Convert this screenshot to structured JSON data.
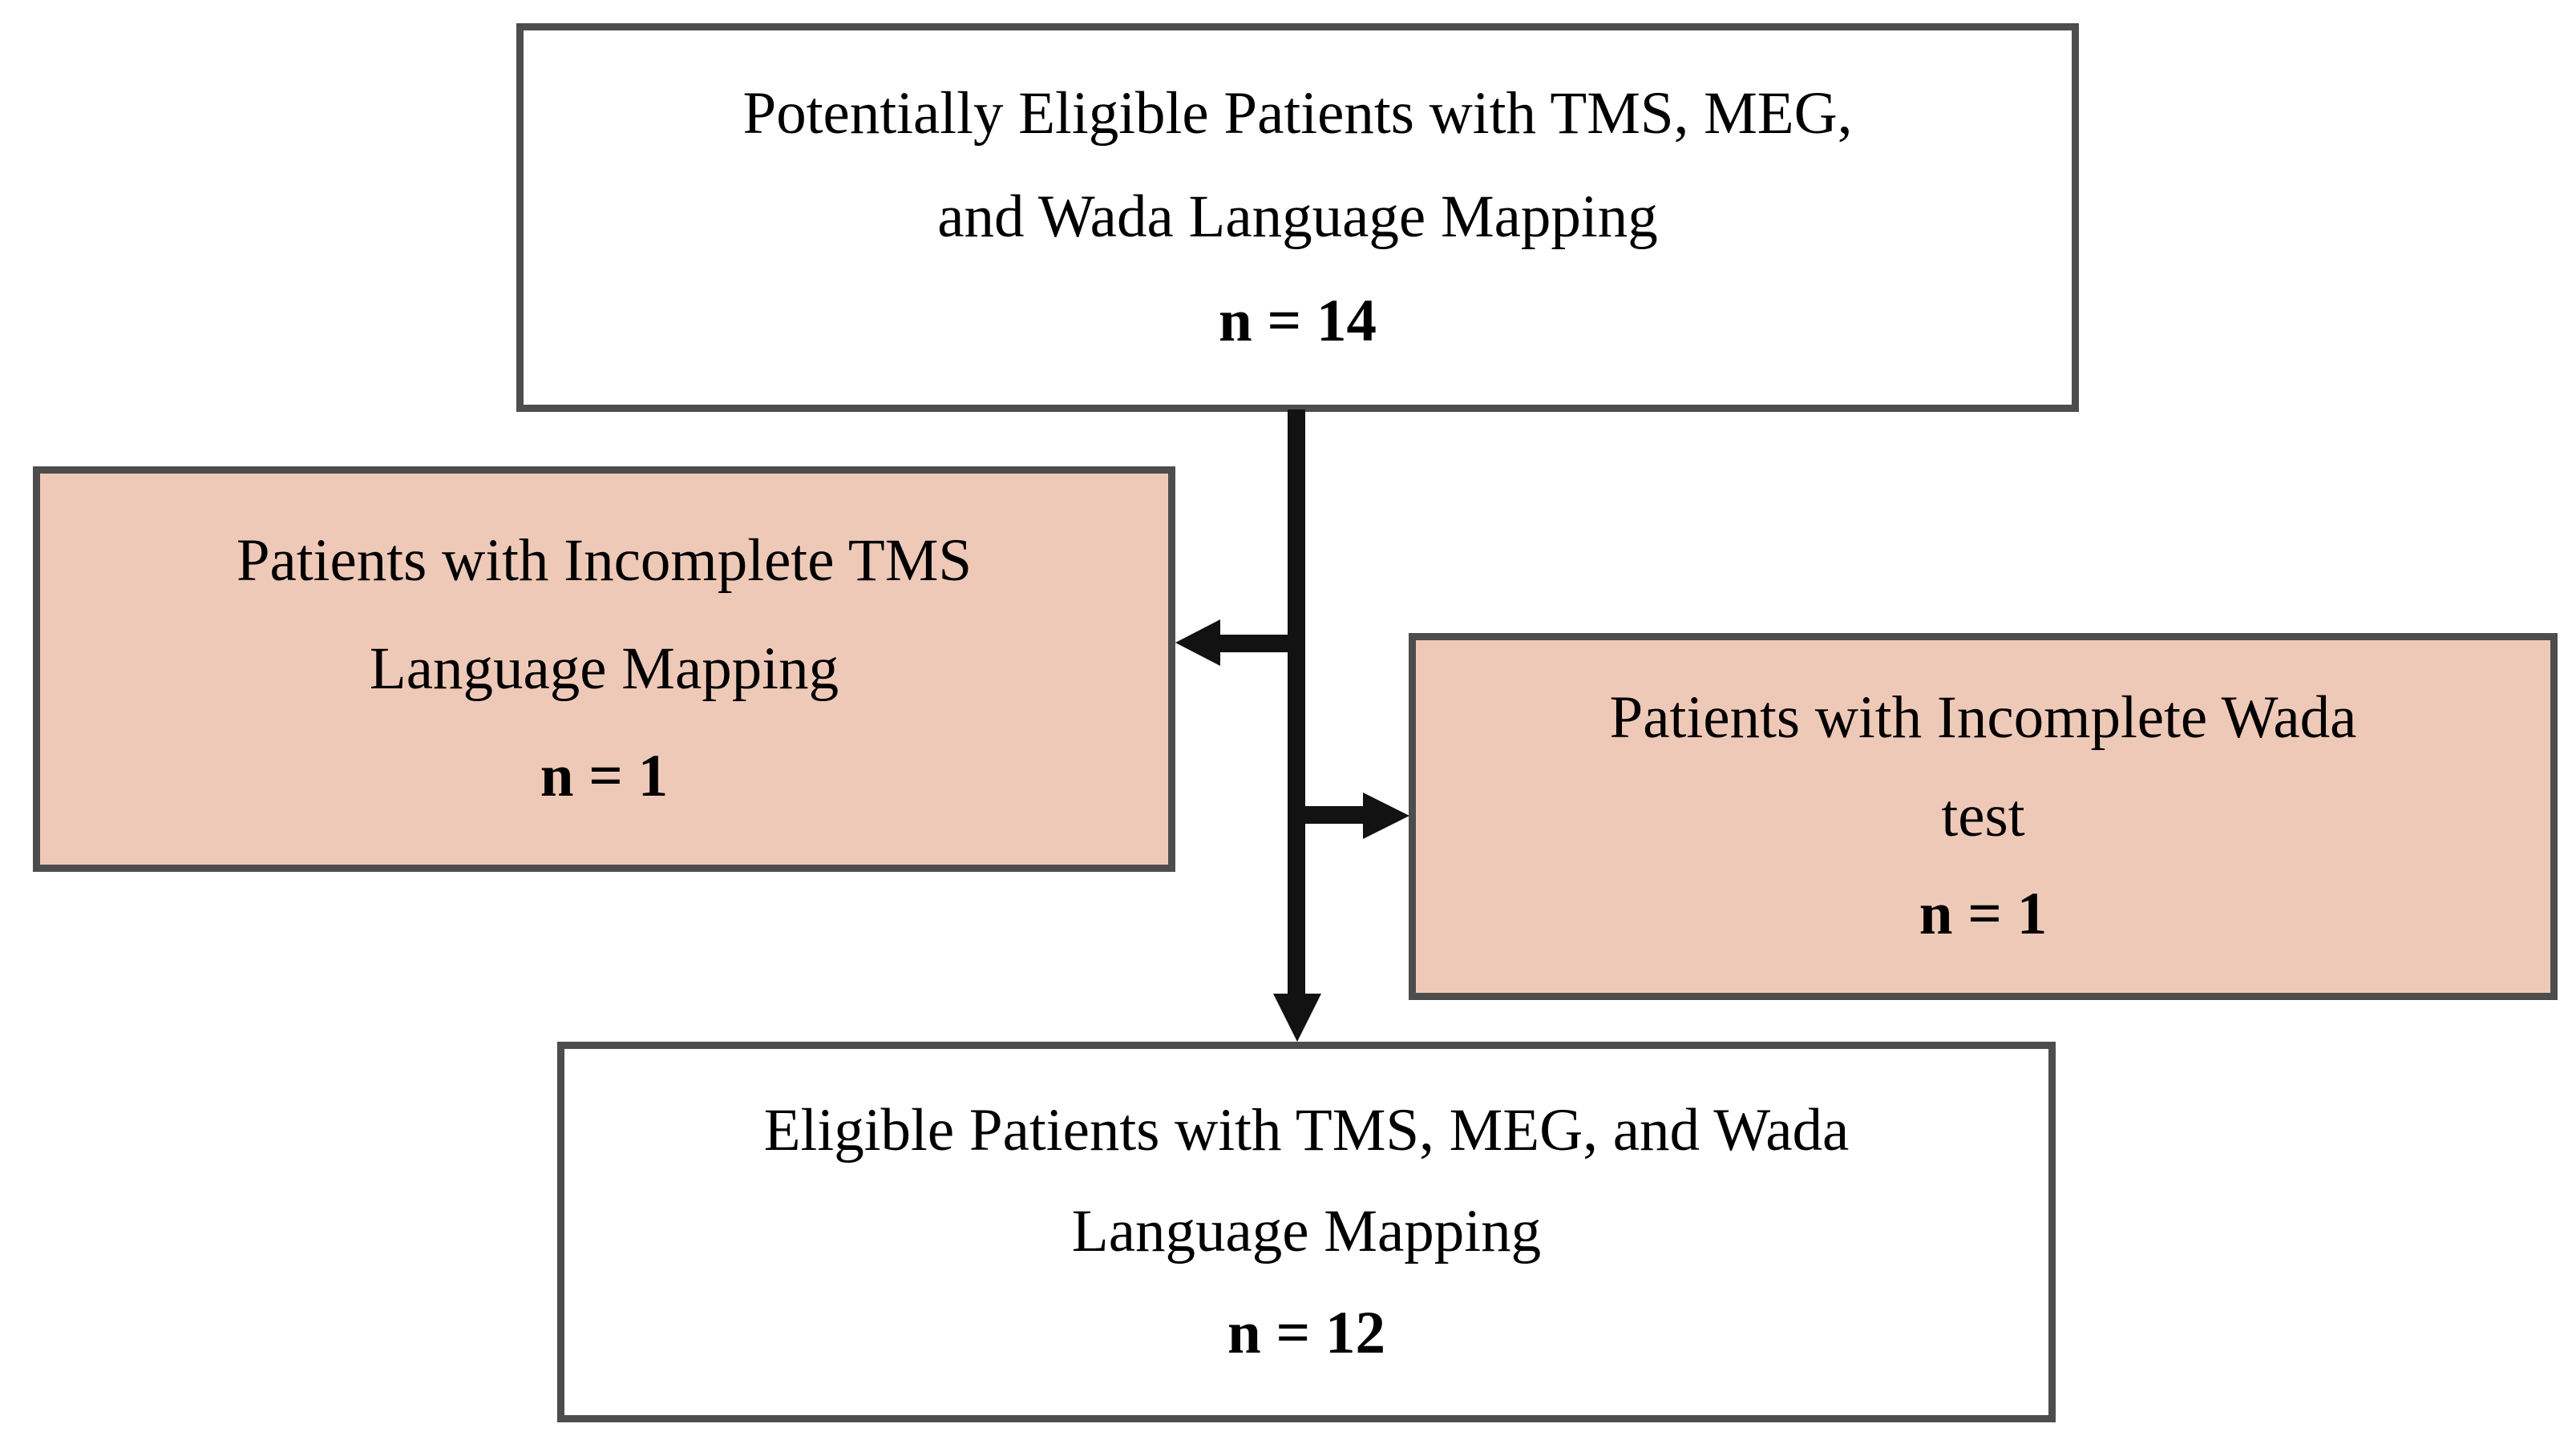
{
  "colors": {
    "background": "#ffffff",
    "box-border": "#4d4d4d",
    "white-fill": "#ffffff",
    "highlight-fill": "#efc9b8",
    "arrow": "#121212",
    "text": "#000000"
  },
  "flowchart": {
    "top_box": {
      "lines": [
        "Potentially Eligible Patients with TMS, MEG,",
        "and Wada Language Mapping"
      ],
      "count_label": "n = 14"
    },
    "left_box": {
      "lines": [
        "Patients with Incomplete TMS",
        "Language Mapping"
      ],
      "count_label": "n = 1"
    },
    "right_box": {
      "lines": [
        "Patients with Incomplete Wada",
        "test"
      ],
      "count_label": "n = 1"
    },
    "bottom_box": {
      "lines": [
        "Eligible Patients with TMS, MEG, and Wada",
        "Language Mapping"
      ],
      "count_label": "n = 12"
    }
  }
}
